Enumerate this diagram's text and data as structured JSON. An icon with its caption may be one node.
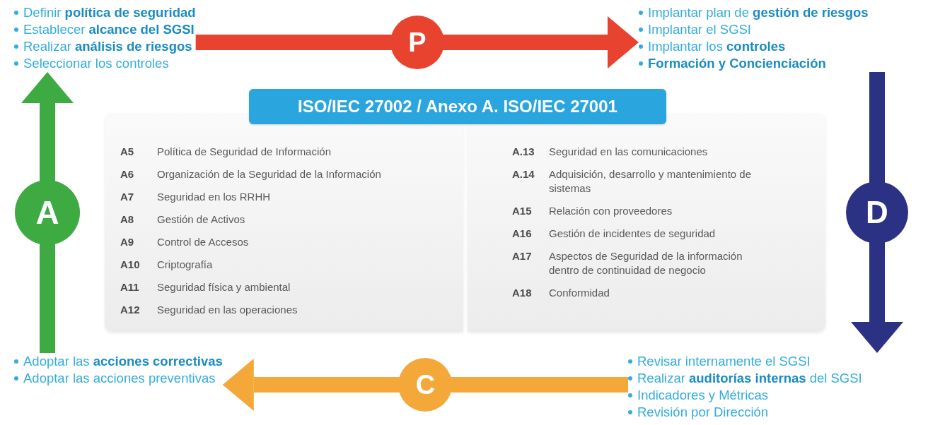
{
  "diagram": {
    "nodes": [
      {
        "text": [
          "Definir **política de seguridad**",
          "Establecer **alcance del SGSI**",
          "Realizar **análisis de riesgos**",
          "Seleccionar los controles"
        ]
      },
      {
        "text": [
          "Implantar plan de **gestión de riesgos**",
          "Implantar el SGSI",
          "Implantar los **controles**",
          "**Formación y Concienciación**"
        ]
      },
      {
        "text": [
          "ISO/IEC 27002 / Anexo A. ISO/IEC 27001"
        ]
      },
      {
        "text": [
          "A5",
          "Política de Seguridad de Información",
          "A6",
          "Organización de la Seguridad de la Información",
          "A7",
          "Seguridad en los RRHH",
          "A8",
          "Gestión de Activos",
          "A9",
          "Control de Accesos",
          "A10",
          "Criptografía",
          "A11",
          "Seguridad física y ambiental",
          "A12",
          "Seguridad en las operaciones"
        ]
      },
      {
        "text": [
          "A.13",
          "Seguridad en las comunicaciones",
          "A.14",
          "Adquisición, desarrollo y mantenimiento de sistemas",
          "A15",
          "Relación con proveedores",
          "A16",
          "Gestión de incidentes de seguridad",
          "A17",
          "Aspectos de Seguridad de la información dentro de continuidad de negocio",
          "A18",
          "Conformidad"
        ]
      },
      {
        "text": [
          "Adoptar las **acciones correctivas**",
          "Adoptar las acciones preventivas"
        ]
      },
      {
        "text": [
          "Revisar internamente el SGSI",
          "Realizar **auditorías internas** del SGSI",
          "Indicadores y Métricas",
          "Revisión por Dirección"
        ]
      }
    ],
    "edges": [
      {
        "from": 0,
        "to": 1,
        "arrow": "to",
        "label": "P",
        "color": "#e8432e"
      },
      {
        "from": 1,
        "to": 6,
        "arrow": "to",
        "label": "D",
        "color": "#2c3283"
      },
      {
        "from": 6,
        "to": 5,
        "arrow": "to",
        "label": "C",
        "color": "#f5a83a"
      },
      {
        "from": 5,
        "to": 0,
        "arrow": "to",
        "label": "A",
        "color": "#3eaa42"
      }
    ]
  }
}
